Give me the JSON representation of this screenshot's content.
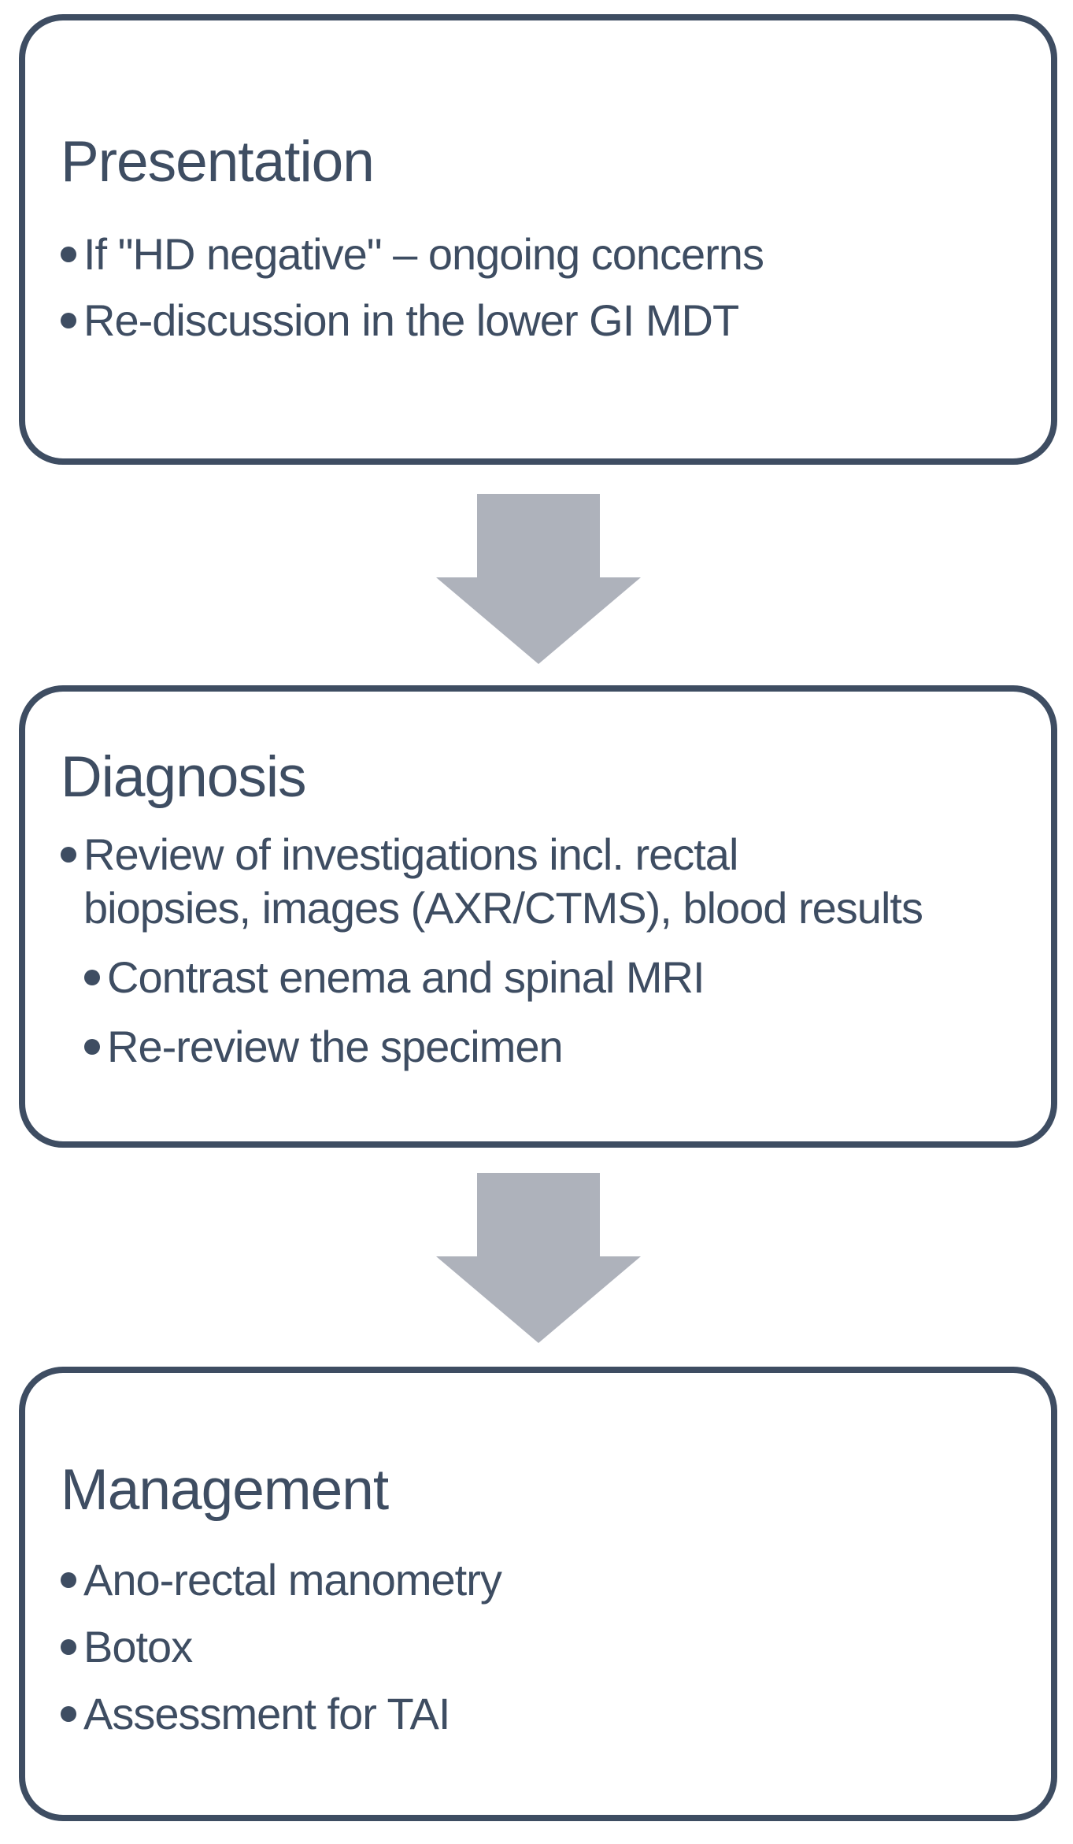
{
  "colors": {
    "outline": "#3E4D62",
    "text": "#3E4D62",
    "arrow_fill": "#AEB2BB",
    "background": "#FFFFFF"
  },
  "flowchart": {
    "boxes": [
      {
        "title": "Presentation",
        "bullets": [
          {
            "level": 1,
            "text": "If \"HD negative\" – ongoing concerns"
          },
          {
            "level": 1,
            "text": "Re-discussion in the lower GI MDT"
          }
        ]
      },
      {
        "title": "Diagnosis",
        "bullets": [
          {
            "level": 1,
            "text": "Review of investigations incl. rectal biopsies, images (AXR/CTMS), blood results",
            "lines": [
              "Review of investigations incl. rectal",
              "biopsies, images (AXR/CTMS), blood results"
            ]
          },
          {
            "level": 2,
            "text": "Contrast enema and spinal MRI"
          },
          {
            "level": 2,
            "text": "Re-review the specimen"
          }
        ]
      },
      {
        "title": "Management",
        "bullets": [
          {
            "level": 1,
            "text": "Ano-rectal manometry"
          },
          {
            "level": 1,
            "text": "Botox"
          },
          {
            "level": 1,
            "text": "Assessment for TAI"
          }
        ]
      }
    ],
    "arrows": [
      {
        "name": "down-arrow"
      },
      {
        "name": "down-arrow"
      }
    ]
  }
}
